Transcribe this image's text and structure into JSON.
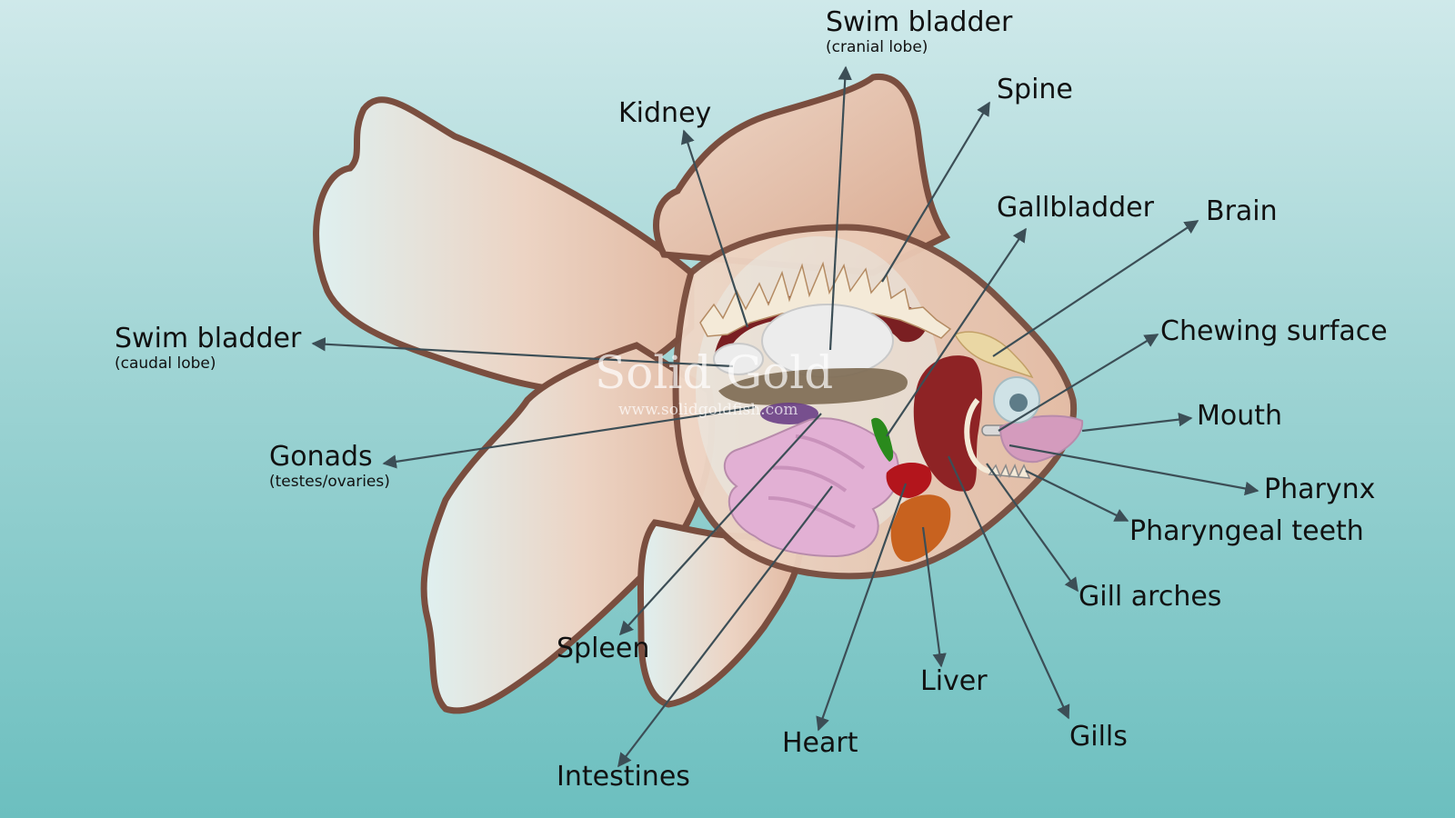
{
  "labels": {
    "swim_bladder_cranial": {
      "name": "Swim bladder",
      "note": "(cranial lobe)"
    },
    "spine": "Spine",
    "kidney": "Kidney",
    "gallbladder": "Gallbladder",
    "brain": "Brain",
    "swim_bladder_caudal": {
      "name": "Swim bladder",
      "note": "(caudal lobe)"
    },
    "chewing_surface": "Chewing surface",
    "mouth": "Mouth",
    "gonads": {
      "name": "Gonads",
      "note": "(testes/ovaries)"
    },
    "pharynx": "Pharynx",
    "pharyngeal_teeth": "Pharyngeal teeth",
    "gill_arches": "Gill arches",
    "spleen": "Spleen",
    "liver": "Liver",
    "heart": "Heart",
    "gills": "Gills",
    "intestines": "Intestines"
  },
  "watermark": {
    "title": "Solid Gold",
    "url": "www.solidgoldfish.com"
  },
  "colors": {
    "outline": "#7a4e3f",
    "fin": "#e8c9b5",
    "body": "#e9c6b0",
    "arrow": "#3c4e56",
    "swim_bladder": "#ececec",
    "kidney": "#7a1f22",
    "gonads": "#7d6a52",
    "liver": "#c8621f",
    "heart": "#b3151c",
    "gills": "#8e2325",
    "intestines": "#e2b0d4",
    "gallbladder": "#2a8a1c",
    "spleen": "#6a3f86"
  }
}
